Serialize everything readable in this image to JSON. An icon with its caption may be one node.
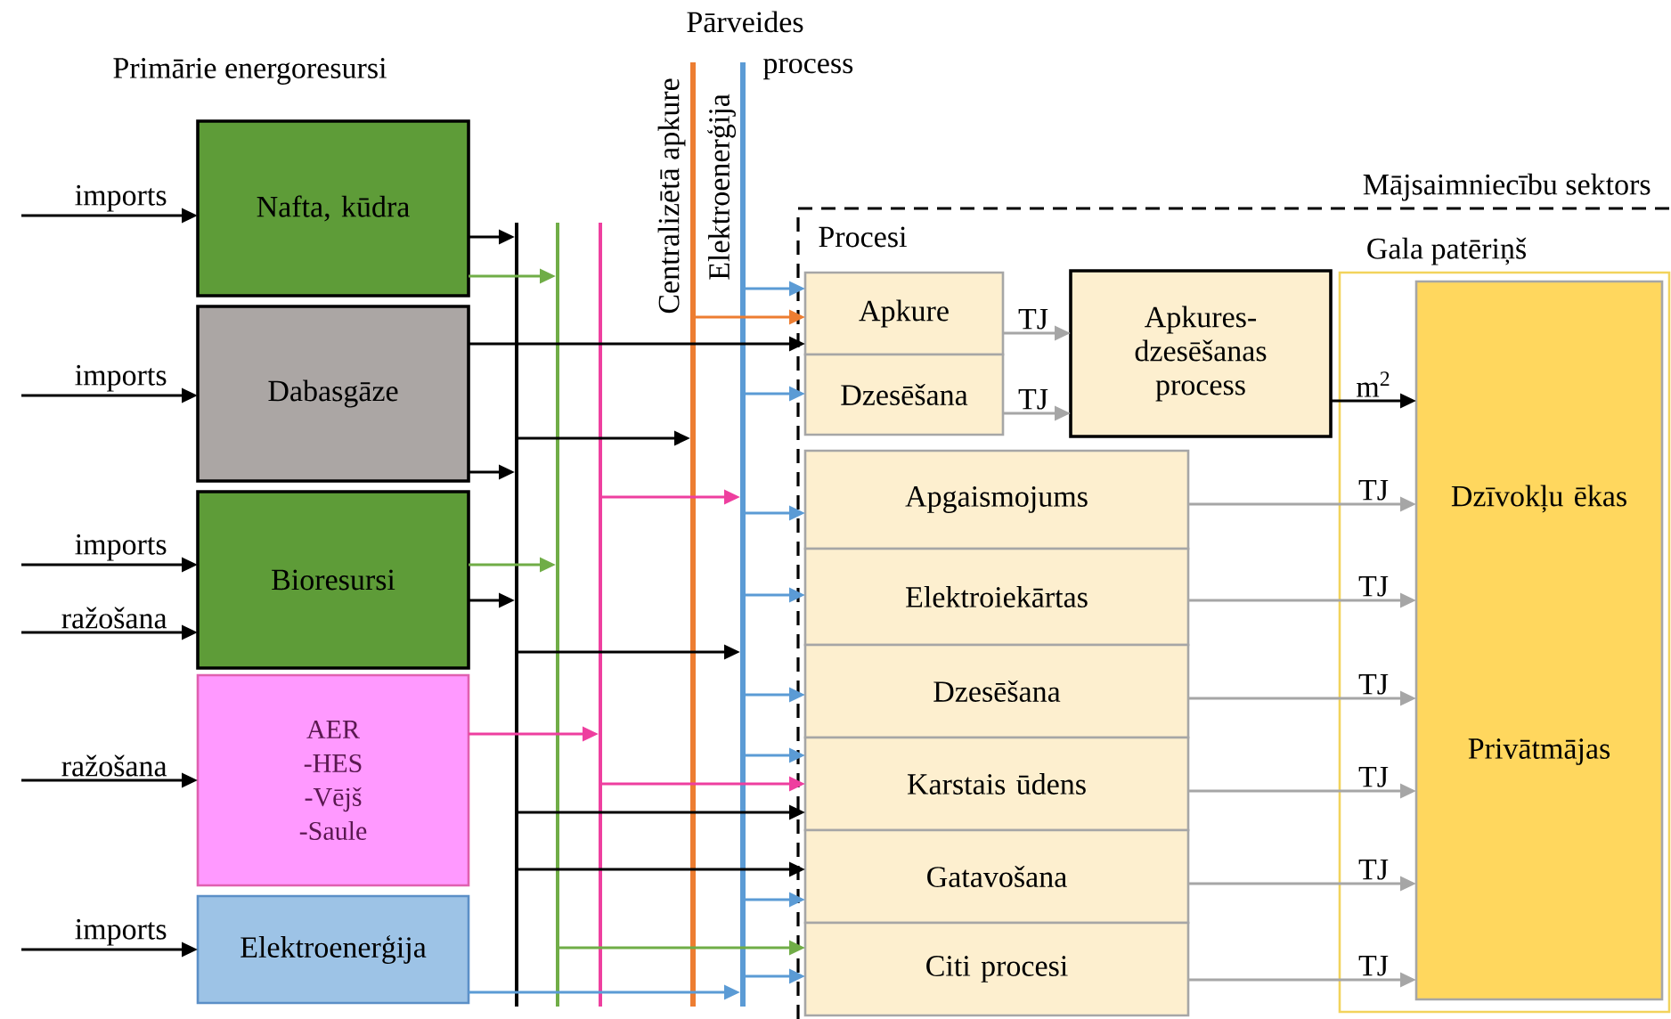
{
  "diagram": {
    "nodes": [
      {
        "text": [
          "Nafta, kūdra"
        ]
      },
      {
        "text": [
          "Dabasgāze"
        ]
      },
      {
        "text": [
          "Bioresursi"
        ]
      },
      {
        "text": [
          "AER -HES -Vējš -Saule"
        ]
      },
      {
        "text": [
          "Elektroenerģija"
        ]
      },
      {
        "text": [],
        "shape": "bar"
      },
      {
        "text": [],
        "shape": "bar"
      },
      {
        "text": [],
        "shape": "bar"
      },
      {
        "text": [],
        "shape": "bar",
        "beside": [
          "Centralizētā apkure"
        ]
      },
      {
        "text": [],
        "shape": "bar",
        "beside": [
          "Elektroenerģija"
        ]
      },
      {
        "text": [
          "Mājsaimniecību sektors",
          "Procesi"
        ]
      },
      {
        "text": [
          "Apkure"
        ],
        "in": 10
      },
      {
        "text": [
          "Dzesēšana"
        ],
        "in": 10
      },
      {
        "text": [
          "Apkures-dzesēšanas process"
        ],
        "in": 10
      },
      {
        "text": [
          "Apgaismojums"
        ],
        "in": 10
      },
      {
        "text": [
          "Elektroiekārtas"
        ],
        "in": 10
      },
      {
        "text": [
          "Dzesēšana"
        ],
        "in": 10
      },
      {
        "text": [
          "Karstais ūdens"
        ],
        "in": 10
      },
      {
        "text": [
          "Gatavošana"
        ],
        "in": 10
      },
      {
        "text": [
          "Citi procesi"
        ],
        "in": 10
      },
      {
        "text": [
          "Gala patēriņš"
        ],
        "in": 10
      },
      {
        "text": [
          "Dzīvokļu ēkas",
          "Privātmājas"
        ],
        "in": 20
      }
    ],
    "edges": [
      {
        "from": null,
        "to": 0,
        "arrow": "to",
        "label": "imports"
      },
      {
        "from": null,
        "to": 1,
        "arrow": "to",
        "label": "imports"
      },
      {
        "from": null,
        "to": 2,
        "arrow": "to",
        "label": "imports"
      },
      {
        "from": null,
        "to": 2,
        "arrow": "to",
        "label": "ražošana"
      },
      {
        "from": null,
        "to": 3,
        "arrow": "to",
        "label": "ražošana"
      },
      {
        "from": null,
        "to": 4,
        "arrow": "to",
        "label": "imports"
      },
      {
        "from": 0,
        "to": 5,
        "arrow": "to"
      },
      {
        "from": 0,
        "to": 6,
        "arrow": "to",
        "color": "#70ad47"
      },
      {
        "from": 1,
        "to": 11,
        "arrow": "to"
      },
      {
        "from": 1,
        "to": 5,
        "arrow": "to"
      },
      {
        "from": 2,
        "to": 6,
        "arrow": "to",
        "color": "#70ad47"
      },
      {
        "from": 2,
        "to": 5,
        "arrow": "to"
      },
      {
        "from": 3,
        "to": 7,
        "arrow": "to",
        "color": "#ee3f9f"
      },
      {
        "from": 4,
        "to": 9,
        "arrow": "to",
        "color": "#5b9bd5"
      },
      {
        "from": 5,
        "to": 8,
        "arrow": "to"
      },
      {
        "from": 7,
        "to": 9,
        "arrow": "to",
        "color": "#ee3f9f"
      },
      {
        "from": 5,
        "to": 9,
        "arrow": "to"
      },
      {
        "from": 9,
        "to": 11,
        "arrow": "to",
        "color": "#5b9bd5"
      },
      {
        "from": 8,
        "to": 11,
        "arrow": "to",
        "color": "#ed7d31"
      },
      {
        "from": 9,
        "to": 12,
        "arrow": "to",
        "color": "#5b9bd5"
      },
      {
        "from": 9,
        "to": 14,
        "arrow": "to",
        "color": "#5b9bd5"
      },
      {
        "from": 9,
        "to": 15,
        "arrow": "to",
        "color": "#5b9bd5"
      },
      {
        "from": 9,
        "to": 16,
        "arrow": "to",
        "color": "#5b9bd5"
      },
      {
        "from": 9,
        "to": 17,
        "arrow": "to",
        "color": "#5b9bd5"
      },
      {
        "from": 7,
        "to": 17,
        "arrow": "to",
        "color": "#ee3f9f"
      },
      {
        "from": 5,
        "to": 17,
        "arrow": "to"
      },
      {
        "from": 5,
        "to": 18,
        "arrow": "to"
      },
      {
        "from": 9,
        "to": 18,
        "arrow": "to",
        "color": "#5b9bd5"
      },
      {
        "from": 6,
        "to": 19,
        "arrow": "to",
        "color": "#70ad47"
      },
      {
        "from": 9,
        "to": 19,
        "arrow": "to",
        "color": "#5b9bd5"
      },
      {
        "from": 11,
        "to": 13,
        "arrow": "to",
        "label": "TJ",
        "color": "#a6a6a6"
      },
      {
        "from": 12,
        "to": 13,
        "arrow": "to",
        "label": "TJ",
        "color": "#a6a6a6"
      },
      {
        "from": 13,
        "to": 21,
        "arrow": "to",
        "label": "m$^{2}$"
      },
      {
        "from": 14,
        "to": 21,
        "arrow": "to",
        "label": "TJ",
        "color": "#a6a6a6"
      },
      {
        "from": 15,
        "to": 21,
        "arrow": "to",
        "label": "TJ",
        "color": "#a6a6a6"
      },
      {
        "from": 16,
        "to": 21,
        "arrow": "to",
        "label": "TJ",
        "color": "#a6a6a6"
      },
      {
        "from": 17,
        "to": 21,
        "arrow": "to",
        "label": "TJ",
        "color": "#a6a6a6"
      },
      {
        "from": 18,
        "to": 21,
        "arrow": "to",
        "label": "TJ",
        "color": "#a6a6a6"
      },
      {
        "from": 19,
        "to": 21,
        "arrow": "to",
        "label": "TJ",
        "color": "#a6a6a6"
      }
    ],
    "labels": [
      "Primārie energoresursi",
      "Pārveides process"
    ]
  }
}
